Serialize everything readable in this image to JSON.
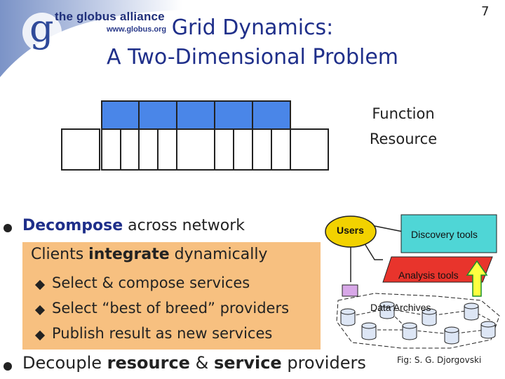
{
  "header": {
    "logo_text": "the globus alliance",
    "logo_url": "www.globus.org",
    "logo_letter": "g",
    "page_number": "7",
    "title_line1": "Grid Dynamics:",
    "title_line2": "A Two-Dimensional Problem"
  },
  "diagram": {
    "function_label": "Function",
    "resource_label": "Resource"
  },
  "bullets": {
    "b1_bold": "Decompose",
    "b1_rest": " across network",
    "clients_pre": "Clients ",
    "clients_bold": "integrate",
    "clients_rest": " dynamically",
    "sub_items": [
      "Select & compose services",
      "Select “best of breed” providers",
      "Publish result as new services"
    ],
    "b2_pre": "Decouple ",
    "b2_bold1": "resource",
    "b2_mid": " & ",
    "b2_bold2": "service",
    "b2_post": " providers"
  },
  "figure": {
    "users_label": "Users",
    "discovery_label": "Discovery tools",
    "analysis_label": "Analysis tools",
    "archives_label": "Data Archives",
    "credit": "Fig: S. G. Djorgovski"
  },
  "colors": {
    "title_blue": "#1f2f8a",
    "function_blue": "#4a86e8",
    "clients_orange": "#f7c080",
    "users_yellow": "#f2d200",
    "discovery_cyan": "#4fd6d6",
    "analysis_red": "#e8342c",
    "arrow_yellow": "#ffff40",
    "arrow_green": "#1a8f2a"
  }
}
